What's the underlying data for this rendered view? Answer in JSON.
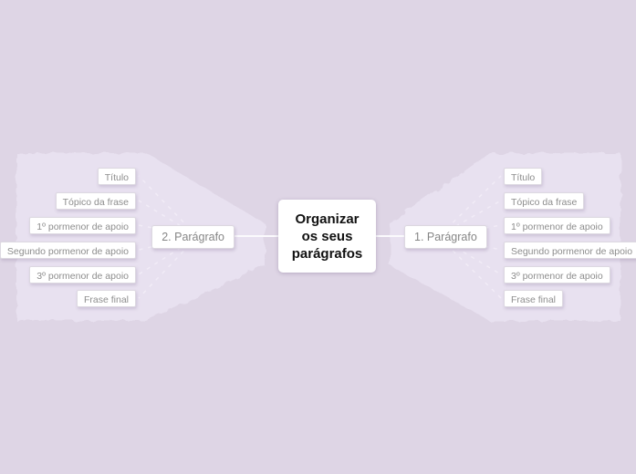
{
  "canvas": {
    "background": "#ded5e5",
    "boundary_fill": "#e8e1f0",
    "connector_color": "#fbfafd",
    "dashed_color": "#f4eff9",
    "node_background": "#ffffff",
    "central_text_color": "#111111",
    "branch_text_color": "#868686"
  },
  "central_topic": {
    "label": "Organizar os seus parágrafos",
    "lines": [
      "Organizar",
      "os seus",
      "parágrafos"
    ]
  },
  "branches": {
    "left": {
      "label": "2. Parágrafo",
      "subtopics": [
        "Título",
        "Tópico da frase",
        "1º pormenor de apoio",
        "Segundo pormenor de apoio",
        "3º pormenor de apoio",
        "Frase final"
      ]
    },
    "right": {
      "label": "1. Parágrafo",
      "subtopics": [
        "Título",
        "Tópico da frase",
        "1º pormenor de apoio",
        "Segundo pormenor de apoio",
        "3º pormenor de apoio",
        "Frase final"
      ]
    }
  }
}
